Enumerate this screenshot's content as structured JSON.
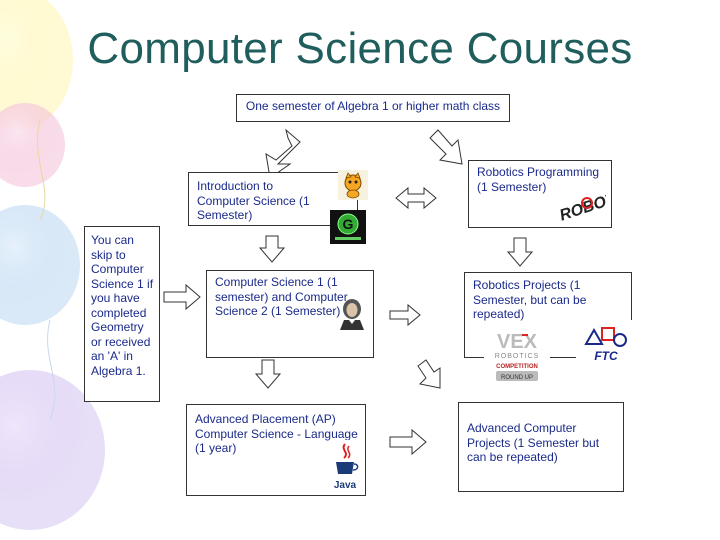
{
  "title": "Computer Science Courses",
  "colors": {
    "title": "#1f5e5c",
    "box_text": "#1a2a8a",
    "border": "#333333"
  },
  "boxes": {
    "prereq": "One semester of Algebra 1 or higher math class",
    "intro": "Introduction to Computer Science (1 Semester)",
    "skip_note": "You can skip to Computer Science 1 if you have completed Geometry or received an 'A' in Algebra 1.",
    "cs1_cs2": "Computer Science 1 (1 semester) and Computer Science 2 (1 Semester)",
    "ap_cs": "Advanced Placement (AP) Computer Science - Language (1 year)",
    "robotics_programming": "Robotics Programming (1 Semester)",
    "robotics_projects": "Robotics Projects (1 Semester, but can be repeated)",
    "advanced_projects": "Advanced Computer Projects (1 Semester but can be repeated)"
  },
  "logos": {
    "robot": "ROBOT",
    "vex_top": "VEX",
    "vex_robotics": "ROBOTICS",
    "vex_competition": "COMPETITION",
    "vex_round_up": "ROUND UP",
    "ftc": "FTC",
    "java": "Java"
  },
  "icons": [
    "scratch-cat-icon",
    "gamemaker-icon",
    "robot-logo-icon",
    "vex-logo-icon",
    "ftc-logo-icon",
    "java-logo-icon",
    "scientist-portrait-icon"
  ]
}
